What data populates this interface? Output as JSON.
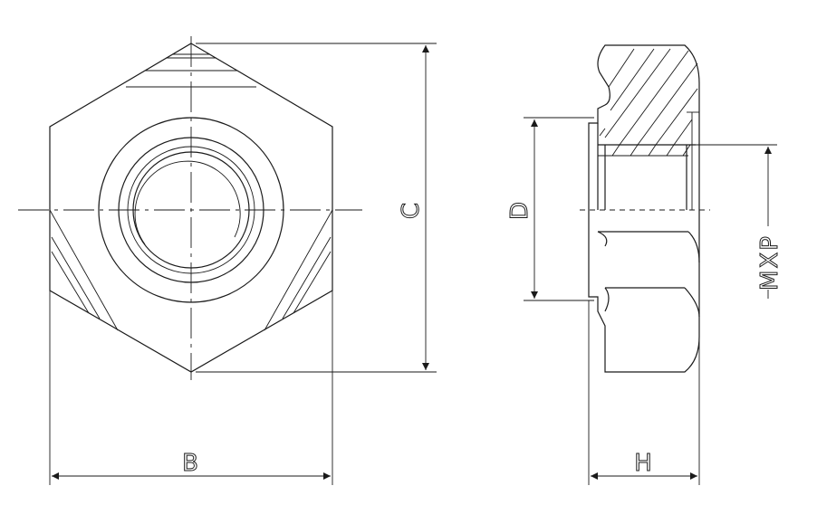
{
  "dimensions": {
    "b": "B",
    "c": "C",
    "d": "D",
    "h": "H",
    "mxp": "MXP"
  }
}
